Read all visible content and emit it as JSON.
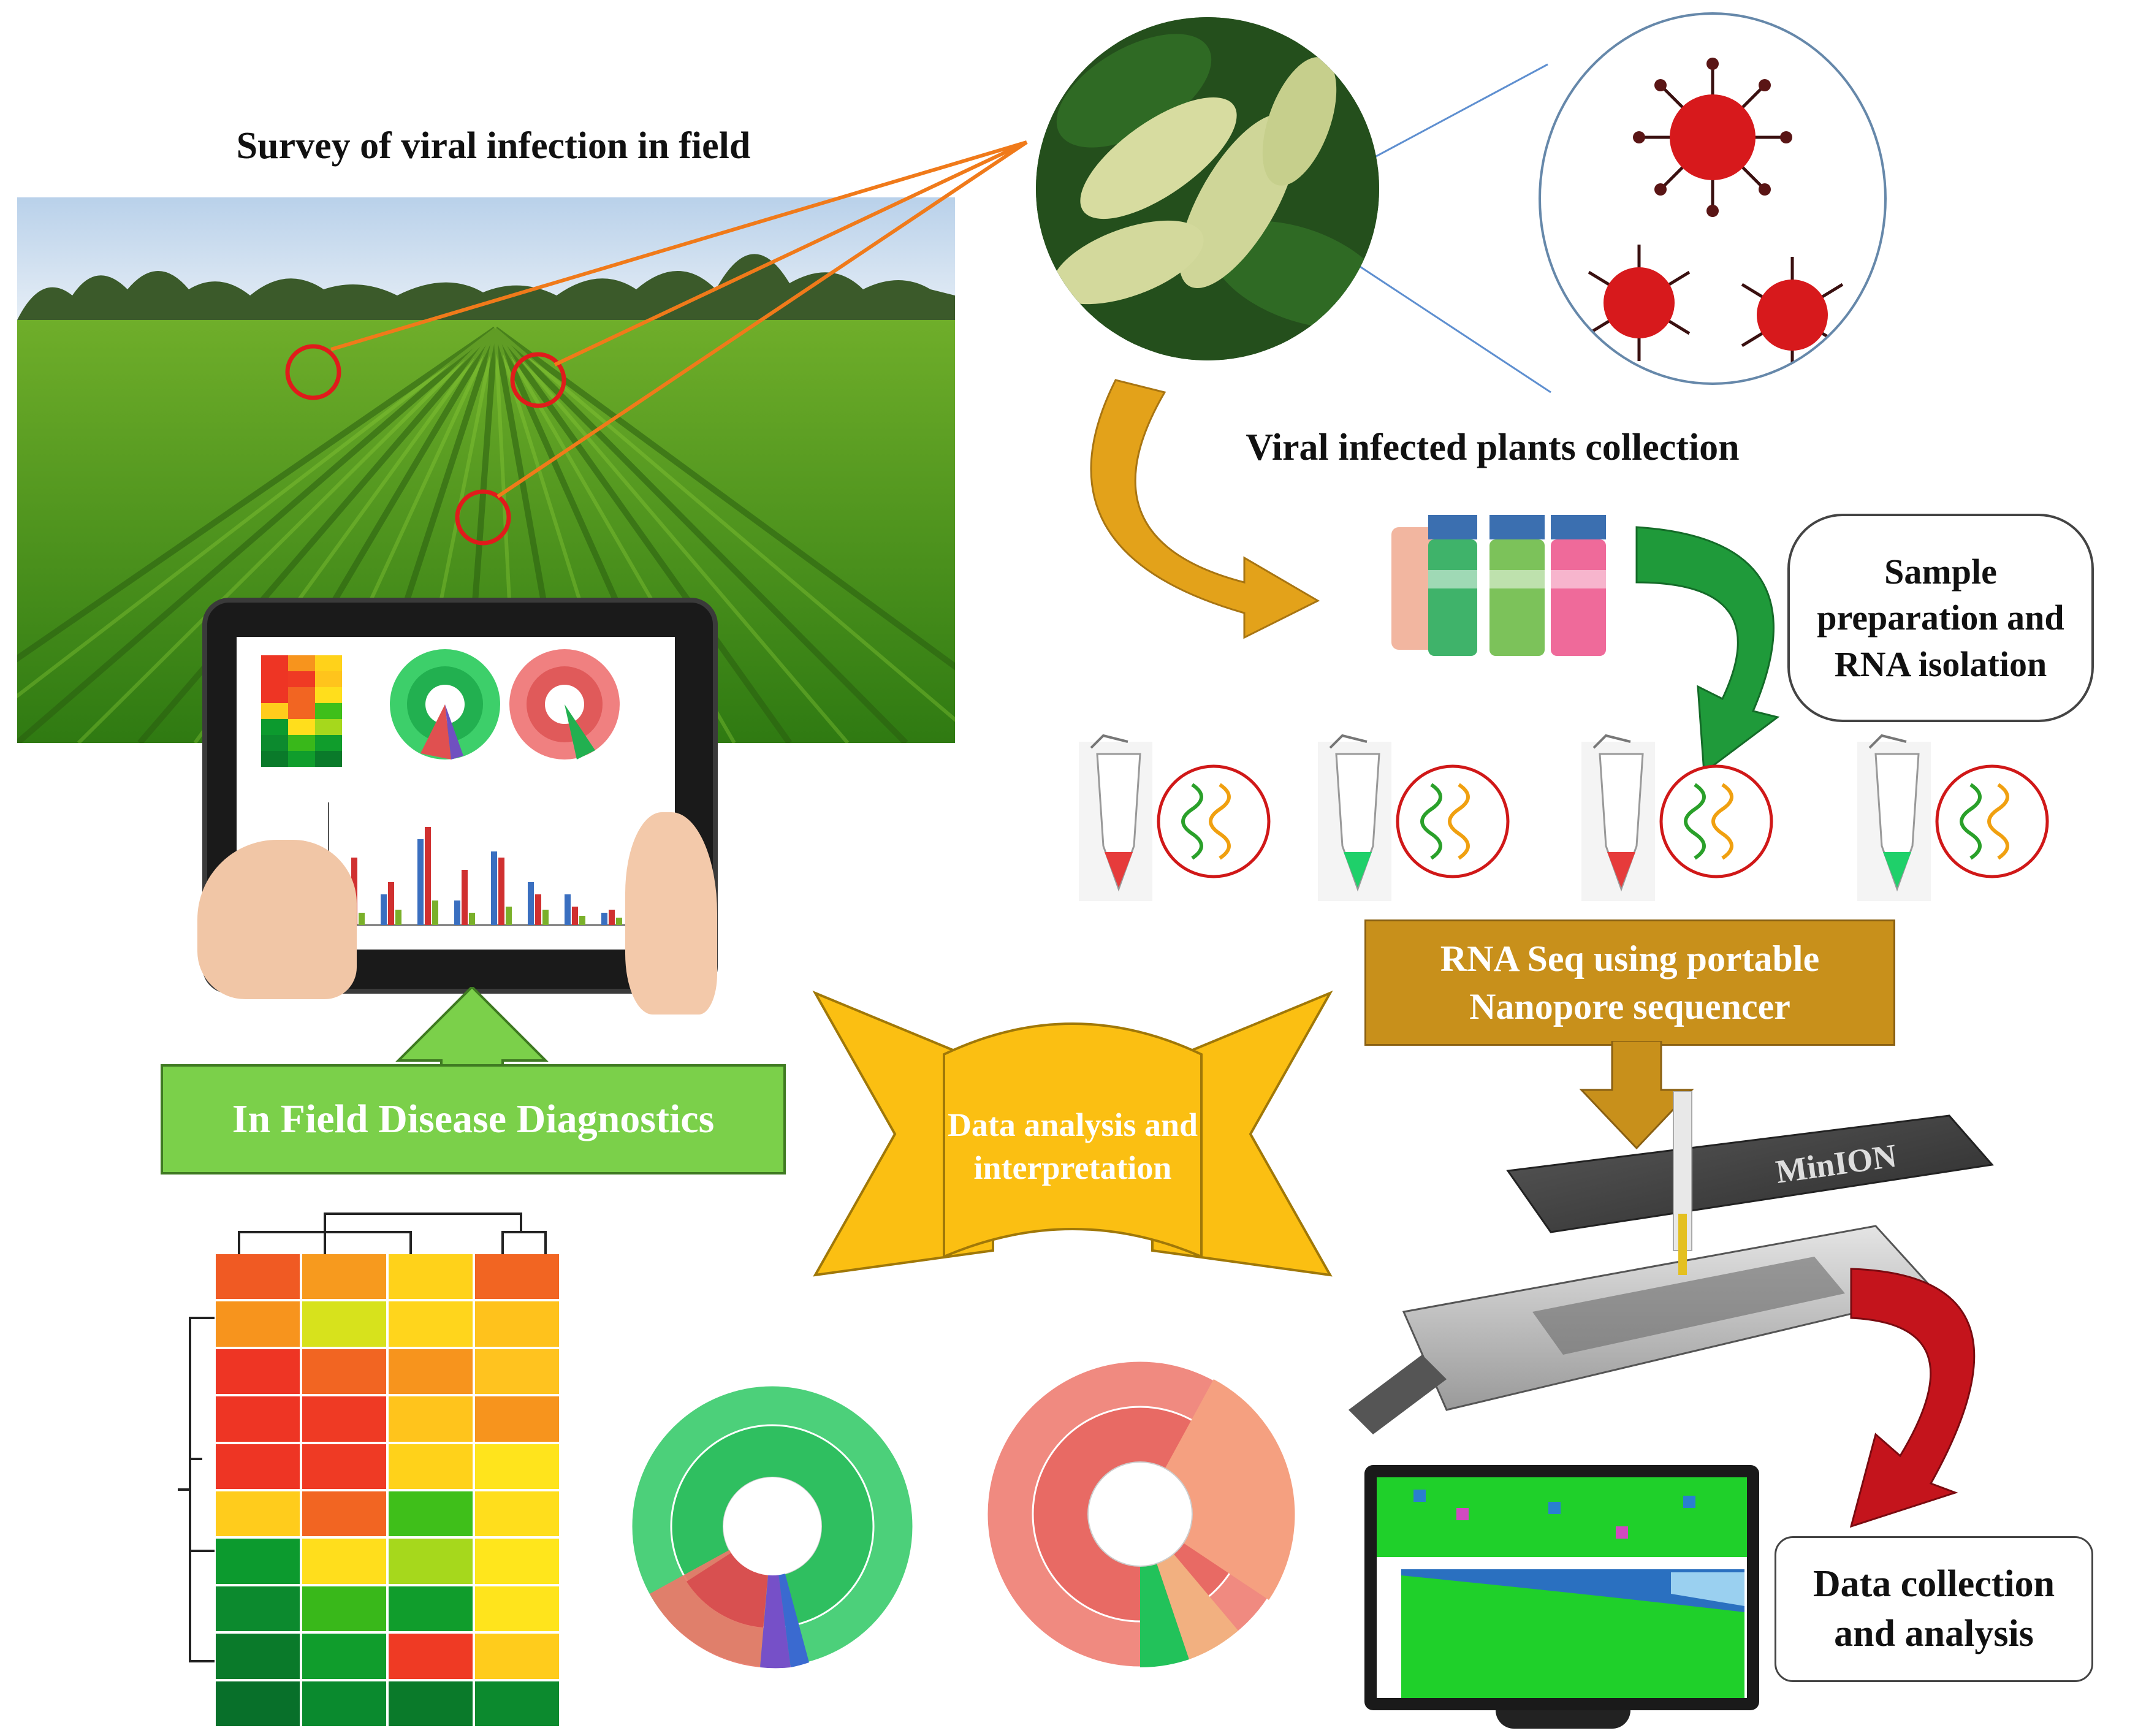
{
  "labels": {
    "survey": "Survey of viral infection in field",
    "collection": "Viral infected plants collection",
    "sample_prep": "Sample preparation and RNA isolation",
    "rna_seq": "RNA Seq using portable Nanopore sequencer",
    "data_analysis": "Data analysis and interpretation",
    "in_field": "In Field Disease Diagnostics",
    "data_collection": "Data collection and analysis",
    "minion": "MinION"
  },
  "colors": {
    "field_green": "#4e9a1e",
    "sky": "#c9dbef",
    "orange_line": "#f07a1a",
    "arrow_gold": "#e3a21a",
    "arrow_green": "#1f9a3a",
    "rna_box": "#c8901b",
    "banner_yellow": "#fbbf12",
    "diag_green": "#7bd04a",
    "arrow_red": "#c4141c",
    "virus_red": "#d7191c"
  },
  "heatmap": {
    "rows": [
      [
        "#f05a23",
        "#f79a1e",
        "#ffd21a",
        "#f26522"
      ],
      [
        "#f7941d",
        "#d7e21c",
        "#ffd51c",
        "#ffc21c"
      ],
      [
        "#ee3524",
        "#f26522",
        "#f7941d",
        "#ffc31f"
      ],
      [
        "#ee3524",
        "#ef3a24",
        "#ffc41c",
        "#f7941d"
      ],
      [
        "#ee3524",
        "#ef3a24",
        "#ffd21a",
        "#ffe41c"
      ],
      [
        "#ffcc1c",
        "#f26522",
        "#3fbf1a",
        "#ffde1c"
      ],
      [
        "#0c9a2e",
        "#ffde1c",
        "#a6d81c",
        "#ffe61c"
      ],
      [
        "#0c8a2e",
        "#39b81a",
        "#109d2c",
        "#ffe41c"
      ],
      [
        "#0a7a2a",
        "#109d2c",
        "#ef3a24",
        "#ffcc1c"
      ],
      [
        "#08702a",
        "#0a8a2e",
        "#0a7a2a",
        "#0c8a2e"
      ]
    ]
  }
}
